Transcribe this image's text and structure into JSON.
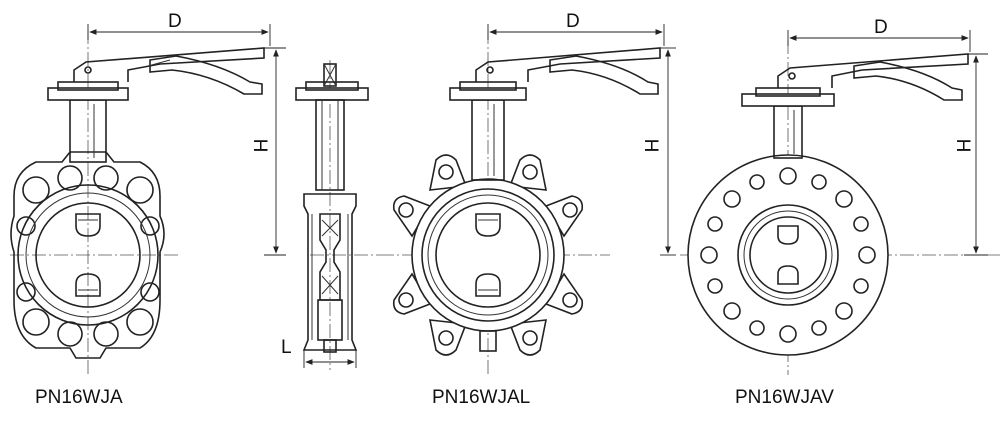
{
  "drawing": {
    "dimensions": {
      "d": "D",
      "h": "H",
      "l": "L"
    },
    "variants": [
      {
        "model": "PN16WJA"
      },
      {
        "model": "PN16WJAL"
      },
      {
        "model": "PN16WJAV"
      }
    ]
  }
}
